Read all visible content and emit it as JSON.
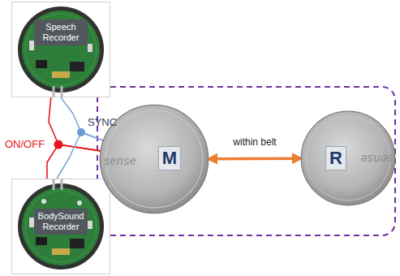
{
  "diagram": {
    "nodes": [
      {
        "text": [
          "Speech Recorder"
        ]
      },
      {
        "text": [
          "BodySound Recorder"
        ]
      },
      {
        "text": [
          "sense",
          "M"
        ]
      },
      {
        "text": [
          "sense",
          "R"
        ]
      }
    ],
    "edges": [
      {
        "from": 0,
        "to": 2,
        "arrow": "none"
      },
      {
        "from": 1,
        "to": 2,
        "arrow": "none"
      },
      {
        "from": 0,
        "to": 2,
        "arrow": "none"
      },
      {
        "from": 1,
        "to": 2,
        "arrow": "none"
      },
      {
        "from": 2,
        "to": 3,
        "label": "within belt",
        "arrow": "both"
      }
    ],
    "labels": [
      "SYNC",
      "ON/OFF"
    ]
  }
}
